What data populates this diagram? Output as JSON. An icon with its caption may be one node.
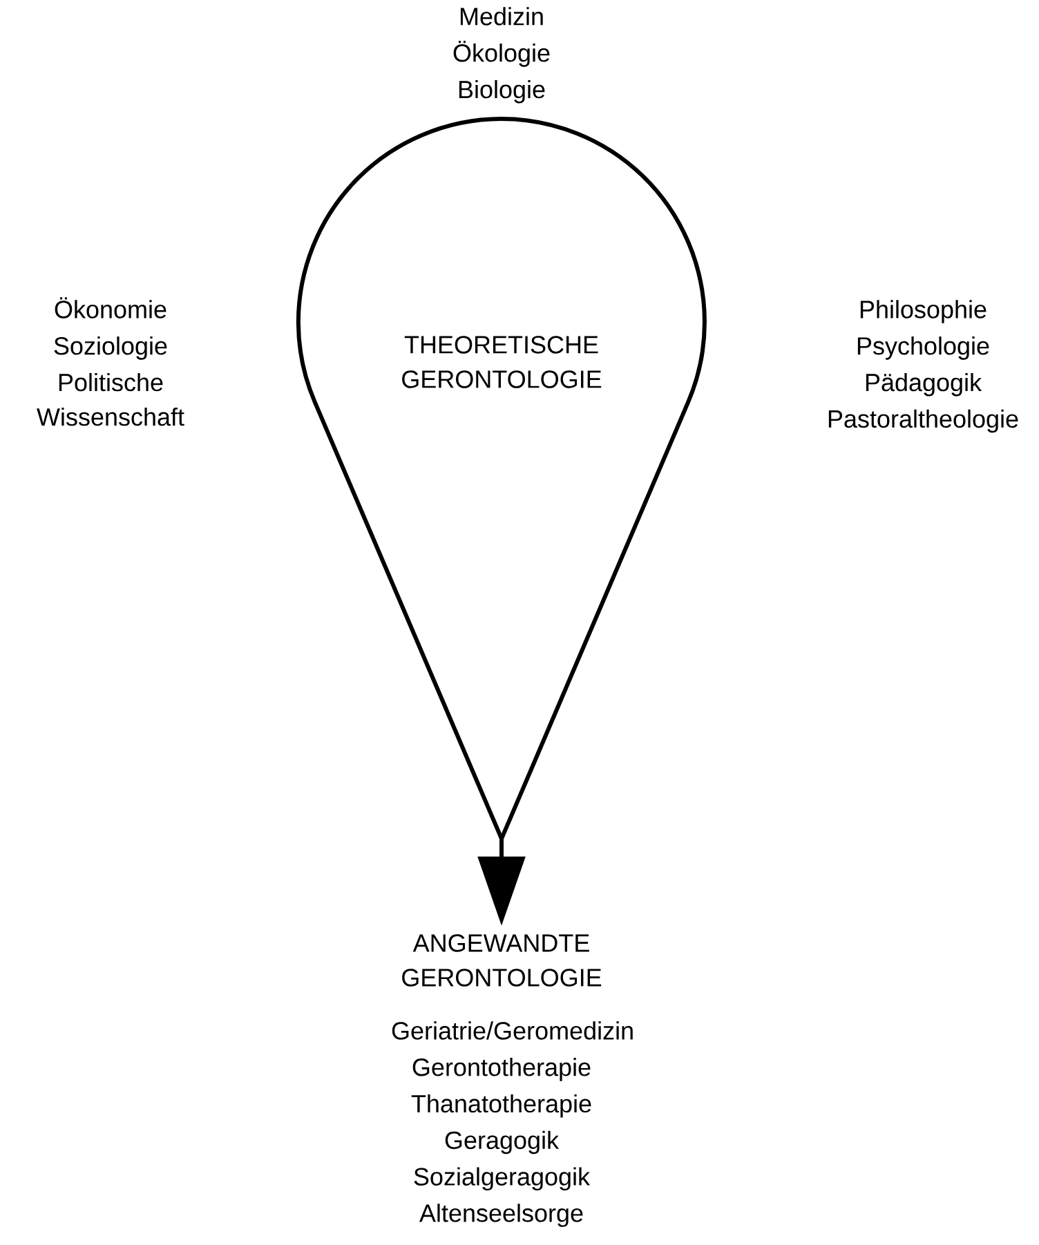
{
  "diagram": {
    "nodes": [
      {
        "text": [
          "THEORETISCHE GERONTOLOGIE"
        ]
      },
      {
        "text": [
          "ANGEWANDTE GERONTOLOGIE"
        ]
      }
    ],
    "edges": [
      {
        "from": 0,
        "to": 1,
        "arrow": "to"
      }
    ],
    "labels": [
      "Medizin",
      "Ökologie",
      "Biologie",
      "Ökonomie",
      "Soziologie",
      "Politische Wissenschaft",
      "Philosophie",
      "Psychologie",
      "Pädagogik",
      "Pastoraltheologie",
      "Geriatrie/Geromedizin",
      "Gerontotherapie",
      "Thanatotherapie",
      "Geragogik",
      "Sozialgeragogik",
      "Altenseelsorge"
    ]
  }
}
